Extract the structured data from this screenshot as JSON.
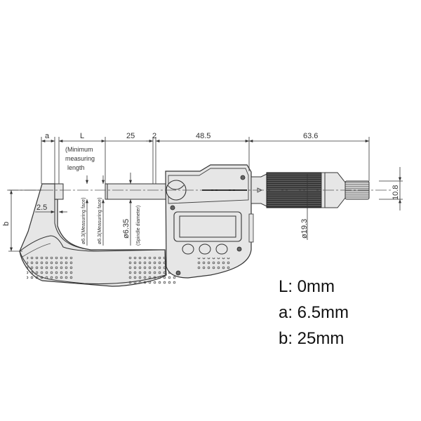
{
  "diagram": {
    "subject": "Digital outside micrometer dimension drawing",
    "dimensions_top": {
      "a": "a",
      "L": "L",
      "d25": "25",
      "d2": "2",
      "d48_5": "48.5",
      "d63_6": "63.6"
    },
    "minimum_measuring_length": [
      "(Minimum",
      "measuring",
      "length"
    ],
    "dimensions_left": {
      "b": "b",
      "d2_5": "2.5"
    },
    "diameters": {
      "measuring_face_1": "ø6.3(Measuring face)",
      "measuring_face_2": "ø6.3(Measuring face)",
      "spindle": "ø6.35",
      "spindle_label": "(Spindle diameter)",
      "thimble": "ø19.3",
      "ratchet_height": "10.8"
    }
  },
  "specs": [
    {
      "label": "L: 0mm"
    },
    {
      "label": "a: 6.5mm"
    },
    {
      "label": "b: 25mm"
    }
  ],
  "colors": {
    "body_fill": "#e6e6e6",
    "line": "#333333",
    "thimble_dark": "#3a3a3a",
    "background": "#ffffff"
  }
}
